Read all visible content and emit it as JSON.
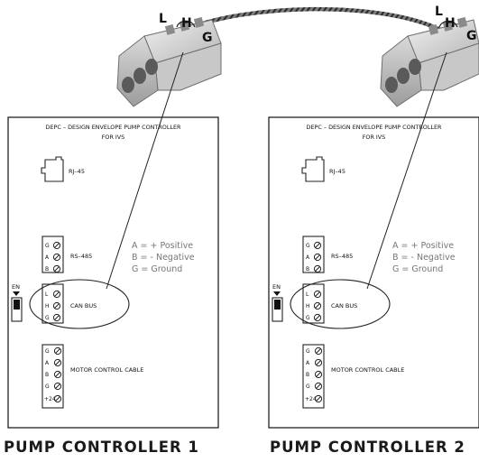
{
  "cable": {
    "left_labels": {
      "l": "L",
      "h": "H",
      "g": "G"
    },
    "right_labels": {
      "l": "L",
      "h": "H",
      "g": "G"
    }
  },
  "controllers": [
    {
      "title": "DEPC – DESIGN ENVELOPE PUMP CONTROLLER",
      "subtitle": "FOR IVS",
      "rj45": "RJ–45",
      "rs485": {
        "label": "RS–485",
        "pins": [
          "G",
          "A",
          "B"
        ]
      },
      "legend": [
        "A = + Positive",
        "B = - Negative",
        "G = Ground"
      ],
      "en": "EN",
      "can": {
        "label": "CAN BUS",
        "pins": [
          "L",
          "H",
          "G"
        ]
      },
      "motor": {
        "label": "MOTOR CONTROL CABLE",
        "pins": [
          "G",
          "A",
          "B",
          "G",
          "+24"
        ]
      },
      "caption": "PUMP CONTROLLER 1"
    },
    {
      "title": "DEPC – DESIGN ENVELOPE PUMP CONTROLLER",
      "subtitle": "FOR IVS",
      "rj45": "RJ–45",
      "rs485": {
        "label": "RS–485",
        "pins": [
          "G",
          "A",
          "B"
        ]
      },
      "legend": [
        "A = + Positive",
        "B = - Negative",
        "G = Ground"
      ],
      "en": "EN",
      "can": {
        "label": "CAN BUS",
        "pins": [
          "L",
          "H",
          "G"
        ]
      },
      "motor": {
        "label": "MOTOR CONTROL CABLE",
        "pins": [
          "G",
          "A",
          "B",
          "G",
          "+24"
        ]
      },
      "caption": "PUMP CONTROLLER 2"
    }
  ]
}
